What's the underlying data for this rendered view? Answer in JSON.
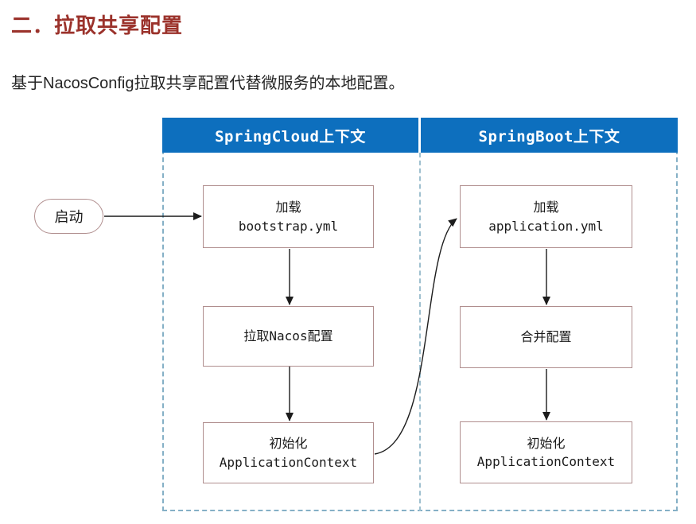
{
  "page": {
    "title": "二．拉取共享配置",
    "subtitle": "基于NacosConfig拉取共享配置代替微服务的本地配置。"
  },
  "diagram": {
    "lanes": [
      {
        "header": "SpringCloud上下文"
      },
      {
        "header": "SpringBoot上下文"
      }
    ],
    "start_label": "启动",
    "left_nodes": [
      {
        "line1": "加载",
        "line2": "bootstrap.yml"
      },
      {
        "line1": "拉取Nacos配置",
        "line2": ""
      },
      {
        "line1": "初始化",
        "line2": "ApplicationContext"
      }
    ],
    "right_nodes": [
      {
        "line1": "加载",
        "line2": "application.yml"
      },
      {
        "line1": "合并配置",
        "line2": ""
      },
      {
        "line1": "初始化",
        "line2": "ApplicationContext"
      }
    ],
    "flow": [
      "启动 -> 加载bootstrap.yml",
      "加载bootstrap.yml -> 拉取Nacos配置",
      "拉取Nacos配置 -> 初始化ApplicationContext",
      "初始化ApplicationContext(SpringCloud) -> 加载application.yml",
      "加载application.yml -> 合并配置",
      "合并配置 -> 初始化ApplicationContext(SpringBoot)"
    ],
    "colors": {
      "title_red": "#9b322b",
      "header_bg": "#0d6fbe",
      "header_text": "#ffffff",
      "node_border": "#b08e8e",
      "dashed_frame": "#85b0c6",
      "arrow": "#1c1c1c"
    }
  }
}
